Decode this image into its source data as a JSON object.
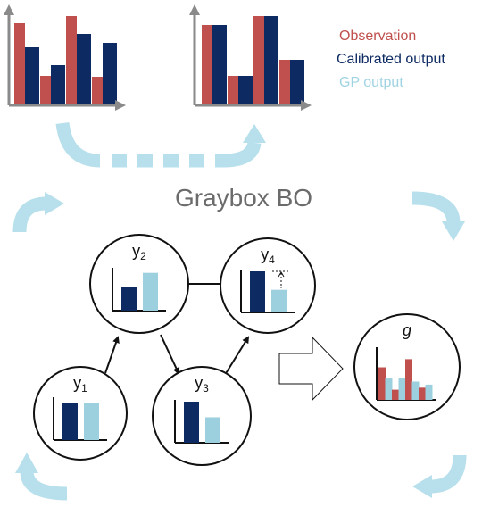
{
  "title": "Graybox BO",
  "legend": [
    {
      "label": "Observation",
      "color": "#c0504d"
    },
    {
      "label": "Calibrated output",
      "color": "#0e2a63"
    },
    {
      "label": "GP output",
      "color": "#9fd3e3"
    }
  ],
  "colors": {
    "observation": "#c0504d",
    "calibrated": "#0e2a63",
    "gp": "#9dd0df",
    "flow_arrow": "#b7e0ec",
    "axis": "#8a8a8a",
    "node_border": "#111111",
    "title_text": "#6b6b6b"
  },
  "nodes": [
    {
      "id": "y1",
      "label": "y",
      "sub": "1",
      "bars": [
        {
          "series": "calibrated",
          "value": 0.9
        },
        {
          "series": "gp",
          "value": 0.9
        }
      ]
    },
    {
      "id": "y2",
      "label": "y",
      "sub": "2",
      "bars": [
        {
          "series": "calibrated",
          "value": 0.58
        },
        {
          "series": "gp",
          "value": 0.92
        }
      ]
    },
    {
      "id": "y3",
      "label": "y",
      "sub": "3",
      "bars": [
        {
          "series": "calibrated",
          "value": 1.0
        },
        {
          "series": "gp",
          "value": 0.62
        }
      ]
    },
    {
      "id": "y4",
      "label": "y",
      "sub": "4",
      "bars": [
        {
          "series": "calibrated",
          "value": 1.0
        },
        {
          "series": "gp",
          "value": 0.55
        }
      ]
    }
  ],
  "output_node": {
    "label": "g",
    "bars": [
      {
        "series": "observation",
        "value": 0.64
      },
      {
        "series": "gp",
        "value": 0.42
      },
      {
        "series": "observation",
        "value": 0.2
      },
      {
        "series": "gp",
        "value": 0.42
      },
      {
        "series": "observation",
        "value": 0.8
      },
      {
        "series": "gp",
        "value": 0.36
      },
      {
        "series": "observation",
        "value": 0.24
      },
      {
        "series": "gp",
        "value": 0.3
      }
    ]
  },
  "top_charts": [
    {
      "id": "before",
      "groups": [
        {
          "observation": 0.92,
          "calibrated": 0.65
        },
        {
          "observation": 0.33,
          "calibrated": 0.45
        },
        {
          "observation": 1.0,
          "calibrated": 0.8
        },
        {
          "observation": 0.32,
          "calibrated": 0.7
        }
      ]
    },
    {
      "id": "after",
      "groups": [
        {
          "observation": 0.9,
          "calibrated": 0.9
        },
        {
          "observation": 0.33,
          "calibrated": 0.33
        },
        {
          "observation": 1.0,
          "calibrated": 1.0
        },
        {
          "observation": 0.51,
          "calibrated": 0.51
        }
      ]
    }
  ]
}
